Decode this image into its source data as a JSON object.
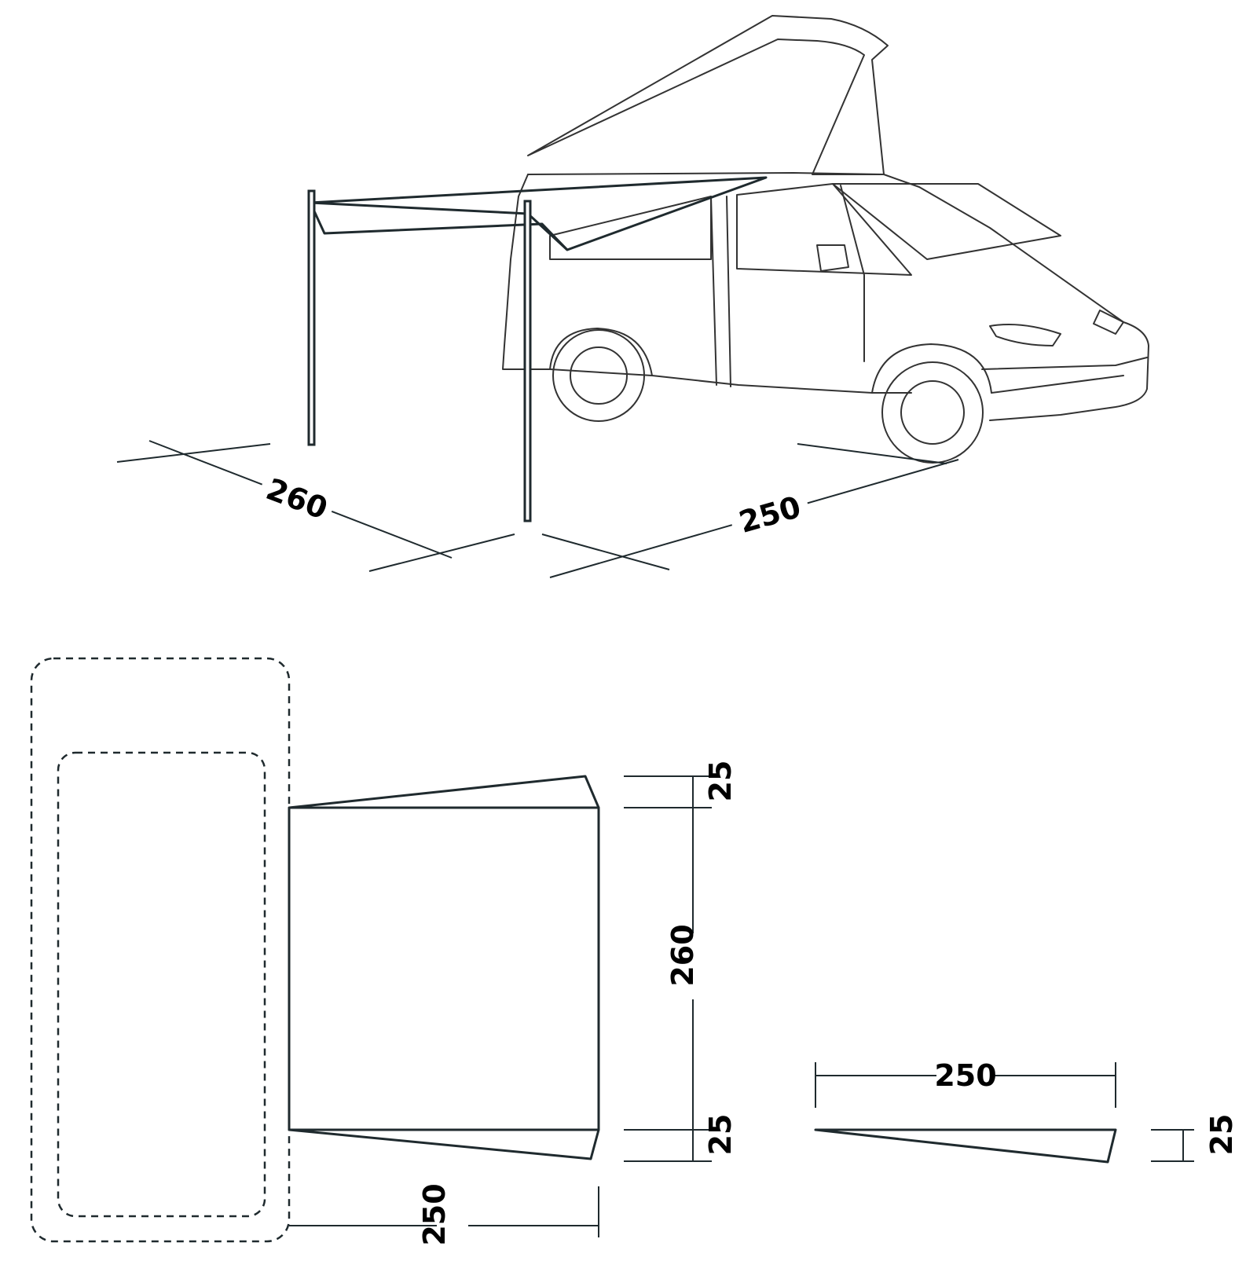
{
  "perspective_view": {
    "depth_label": "260",
    "length_label": "250"
  },
  "plan_view": {
    "awning_length_label": "250",
    "awning_depth_label": "260",
    "top_flap_label": "25",
    "bottom_flap_label": "25"
  },
  "side_view": {
    "length_label": "250",
    "height_label": "25"
  },
  "colors": {
    "line": "#1f2a2e",
    "van_outline": "#333333",
    "background": "#ffffff"
  }
}
